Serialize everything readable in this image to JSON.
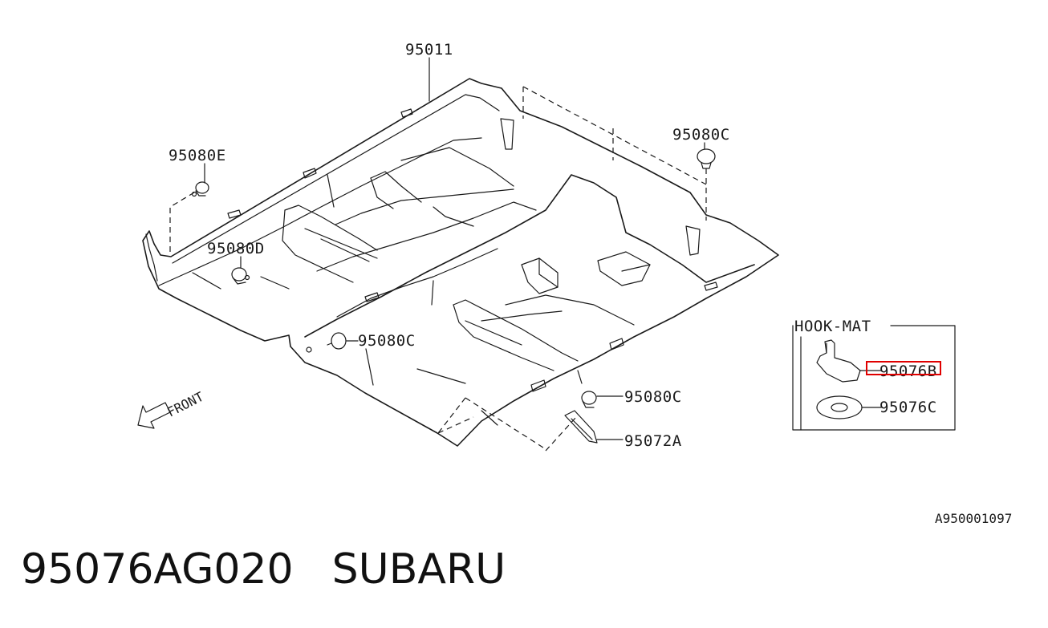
{
  "callouts": {
    "p95011": "95011",
    "p95080E": "95080E",
    "p95080D": "95080D",
    "p95080C_top": "95080C",
    "p95080C_mid": "95080C",
    "p95080C_low": "95080C",
    "p95072A": "95072A"
  },
  "hook_mat": {
    "title": "HOOK-MAT",
    "part_b": "95076B",
    "part_c": "95076C",
    "highlight_color": "#e00000"
  },
  "front_label": "FRONT",
  "diagram_code": "A950001097",
  "footer": {
    "part_number": "95076AG020",
    "brand": "SUBARU"
  }
}
